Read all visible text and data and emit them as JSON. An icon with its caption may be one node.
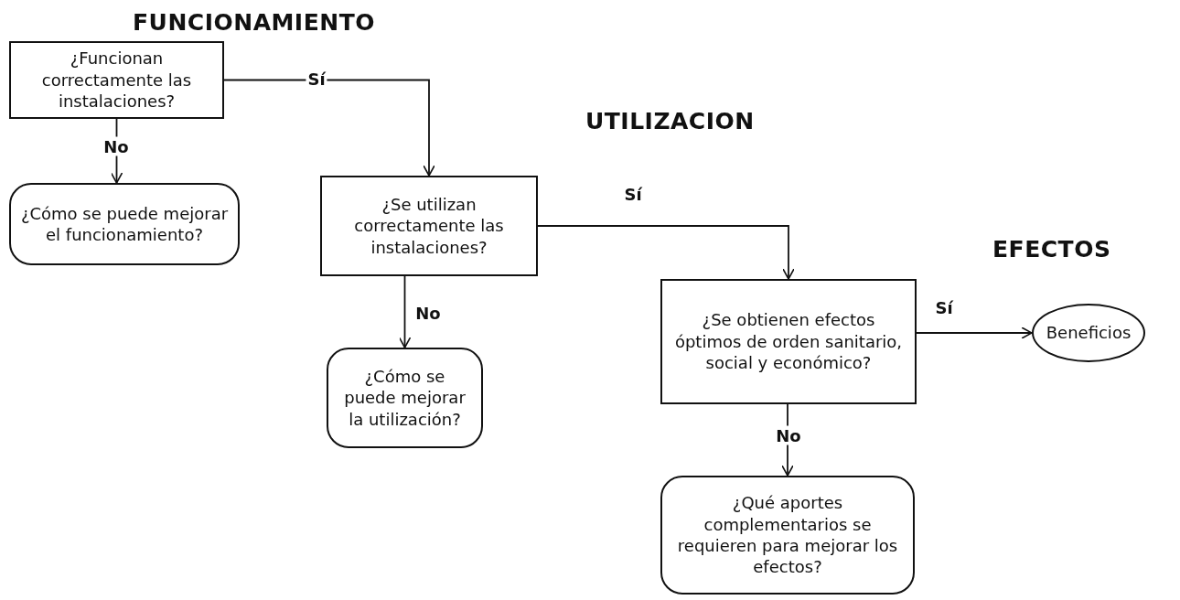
{
  "diagram": {
    "nodes": [
      {
        "text": [
          "¿Funcionan correctamente las instalaciones?"
        ]
      },
      {
        "text": [
          "¿Cómo se puede mejorar el funcionamiento?"
        ]
      },
      {
        "text": [
          "¿Se utilizan correctamente las instalaciones?"
        ]
      },
      {
        "text": [
          "¿Cómo se puede mejorar la utilización?"
        ]
      },
      {
        "text": [
          "¿Se obtienen efectos óptimos de orden sanitario, social y económico?"
        ]
      },
      {
        "text": [
          "Beneficios"
        ]
      },
      {
        "text": [
          "¿Qué aportes complementarios se requieren para mejorar los efectos?"
        ]
      }
    ],
    "edges": [
      {
        "from": 0,
        "to": 2,
        "arrow": "to",
        "label": "Sí"
      },
      {
        "from": 0,
        "to": 1,
        "arrow": "to",
        "label": "No"
      },
      {
        "from": 2,
        "to": 4,
        "arrow": "to",
        "label": "Sí"
      },
      {
        "from": 2,
        "to": 3,
        "arrow": "to",
        "label": "No"
      },
      {
        "from": 4,
        "to": 5,
        "arrow": "to",
        "label": "Sí"
      },
      {
        "from": 4,
        "to": 6,
        "arrow": "to",
        "label": "No"
      }
    ],
    "labels": [
      "FUNCIONAMIENTO",
      "UTILIZACION",
      "EFECTOS"
    ]
  }
}
